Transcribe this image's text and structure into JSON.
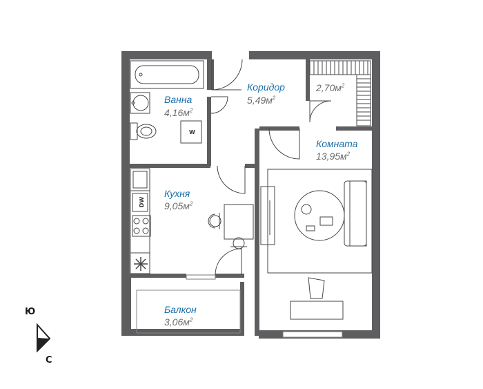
{
  "rooms": {
    "bathroom": {
      "name": "Ванна",
      "area": "4,16м",
      "unit_sup": "2"
    },
    "corridor": {
      "name": "Коридор",
      "area": "5,49м",
      "unit_sup": "2"
    },
    "storage": {
      "area": "2,70м",
      "unit_sup": "2"
    },
    "living": {
      "name": "Комната",
      "area": "13,95м",
      "unit_sup": "2"
    },
    "kitchen": {
      "name": "Кухня",
      "area": "9,05м",
      "unit_sup": "2"
    },
    "balcony": {
      "name": "Балкон",
      "area": "3,06м",
      "unit_sup": "2"
    }
  },
  "appliances": {
    "washer": "W",
    "dishwasher": "DW"
  },
  "compass": {
    "top": "Ю",
    "bottom": "С"
  },
  "colors": {
    "wall": "#5e5e61",
    "text_name": "#1a6fa8",
    "text_area": "#6b6b6b",
    "line": "#3a3a3a"
  }
}
